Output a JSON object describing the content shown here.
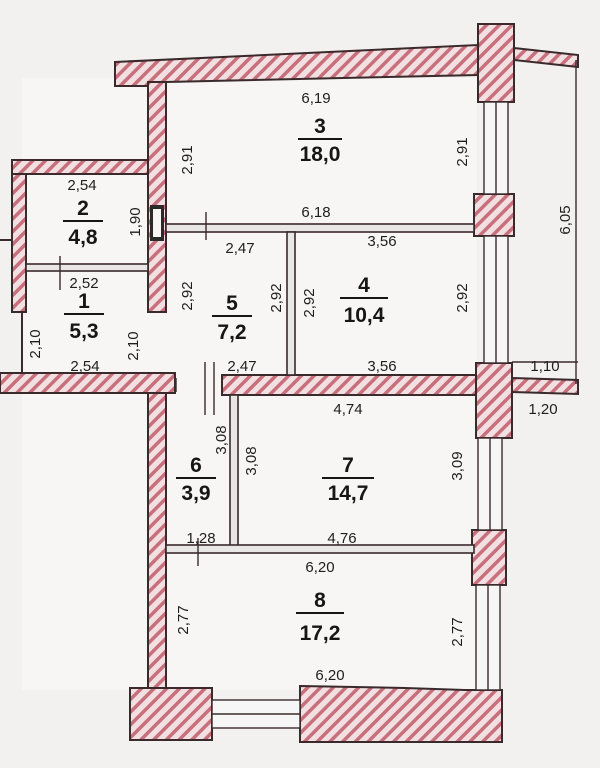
{
  "colors": {
    "wall_hatch": "#c86f7c",
    "wall_fill": "#f1dfe1",
    "background": "#f3f1ef",
    "ink": "#1e1e1e"
  },
  "rooms": [
    {
      "number": "1",
      "area": "5,3"
    },
    {
      "number": "2",
      "area": "4,8"
    },
    {
      "number": "3",
      "area": "18,0"
    },
    {
      "number": "4",
      "area": "10,4"
    },
    {
      "number": "5",
      "area": "7,2"
    },
    {
      "number": "6",
      "area": "3,9"
    },
    {
      "number": "7",
      "area": "14,7"
    },
    {
      "number": "8",
      "area": "17,2"
    }
  ],
  "dimensions": {
    "r3_top": "6,19",
    "r3_left": "2,91",
    "r3_right": "2,91",
    "r3_bottom": "6,18",
    "r2_top": "2,54",
    "r2_height": "1,90",
    "r2_bottom": "2,52",
    "r1_height_left": "2,10",
    "r1_height_right": "2,10",
    "r1_bottom": "2,54",
    "r5_top": "2,47",
    "r5_left": "2,92",
    "r5_right": "2,92",
    "r5_bottom": "2,47",
    "r4_top": "3,56",
    "r4_left": "2,92",
    "r4_right": "2,92",
    "r4_bottom": "3,56",
    "total_height": "6,05",
    "wall_1": "1,10",
    "wall_2": "1,20",
    "r6_height_left": "3,08",
    "r6_height_right": "3,08",
    "r6_bottom": "1,28",
    "r7_top": "4,74",
    "r7_right": "3,09",
    "r7_bottom": "4,76",
    "r8_top": "6,20",
    "r8_left": "2,77",
    "r8_right": "2,77",
    "r8_bottom": "6,20"
  }
}
